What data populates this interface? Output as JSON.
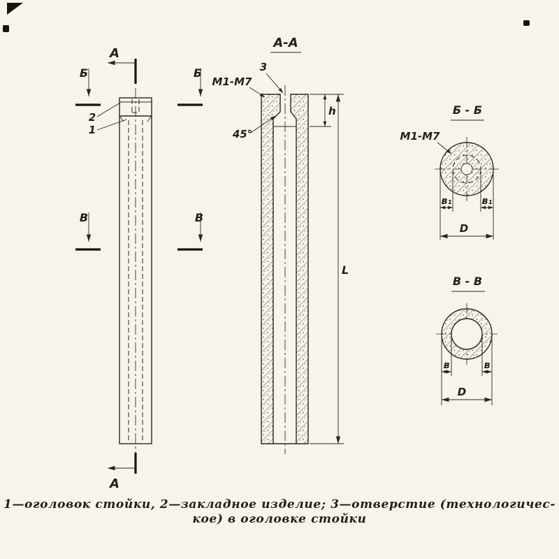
{
  "drawing": {
    "elevation": {
      "section_marker_a_top": "А",
      "section_marker_a_bottom": "А",
      "section_marker_b_left": "Б",
      "section_marker_b_right": "Б",
      "section_marker_v_left": "В",
      "section_marker_v_right": "В",
      "callout_2": "2",
      "callout_1": "1"
    },
    "section_aa": {
      "title": "А-А",
      "embed_label": "М1-М7",
      "callout_3": "3",
      "chamfer_angle": "45°",
      "dim_head_height": "h",
      "dim_length": "L"
    },
    "section_bb": {
      "title": "Б - Б",
      "embed_label": "М1-М7",
      "dim_wall_left": "в₁",
      "dim_wall_right": "в₁",
      "dim_diameter": "D"
    },
    "section_vv": {
      "title": "В - В",
      "dim_wall_left": "в",
      "dim_wall_right": "в",
      "dim_diameter": "D"
    }
  },
  "caption": {
    "line1": "1—оголовок стойки, 2—закладное изделие; 3—отверстие (технологичес-",
    "line2": "кое) в оголовке стойки"
  },
  "colors": {
    "paper": "#f7f4ec",
    "ink": "#2b2620"
  }
}
